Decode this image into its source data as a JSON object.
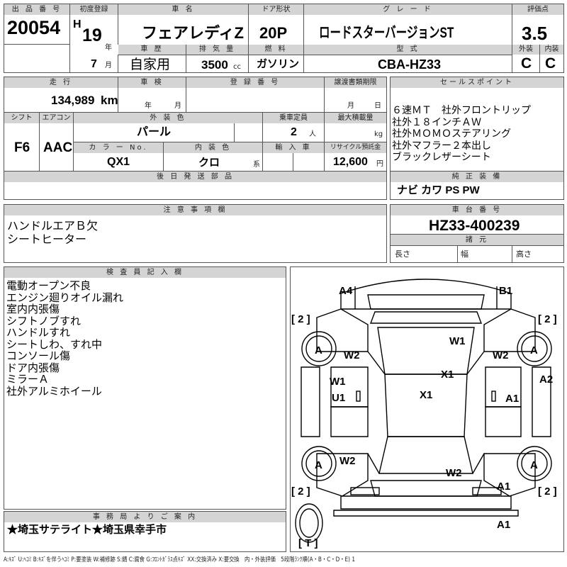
{
  "header": {
    "lot_no_label": "出 品 番 号",
    "lot_no": "20054",
    "first_reg_label": "初度登録",
    "era": "H",
    "year_value": "19",
    "year_unit": "年",
    "month_value": "7",
    "month_unit": "月",
    "car_name_label": "車  名",
    "car_name": "フェアレディZ",
    "door_label": "ドア形状",
    "door": "20P",
    "grade_label": "グ レ ー ド",
    "grade": "ロードスターバージョンST",
    "score_label": "評価点",
    "score": "3.5",
    "history_label": "車 歴",
    "history": "自家用",
    "displacement_label": "排 気 量",
    "displacement": "3500",
    "displacement_unit": "cc",
    "fuel_label": "燃 料",
    "fuel": "ガソリン",
    "model_label": "型 式",
    "model": "CBA-HZ33",
    "exterior_label": "外装",
    "exterior": "C",
    "interior_label": "内装",
    "interior": "C"
  },
  "row2": {
    "mileage_label": "走 行",
    "mileage": "134,989",
    "mileage_unit": "km",
    "inspection_label": "車 検",
    "year_unit": "年",
    "month_unit": "月",
    "day_unit": "日",
    "reg_no_label": "登 録 番 号",
    "transfer_label": "譲渡書類期限",
    "shift_label": "シフト",
    "shift": "F6",
    "ac_label": "エアコン",
    "ac": "AAC",
    "ext_color_label": "外 装 色",
    "ext_color": "パール",
    "capacity_label": "乗車定員",
    "capacity": "2",
    "capacity_unit": "人",
    "max_load_label": "最大積載量",
    "max_load_unit": "kg",
    "color_no_label": "カ ラ ー No.",
    "color_no": "QX1",
    "int_color_label": "内 装 色",
    "int_color": "クロ",
    "int_color_unit": "系",
    "import_label": "輸 入 車",
    "recycle_label": "リサイクル預託金",
    "recycle": "12,600",
    "recycle_unit": "円",
    "later_parts_label": "後 日 発 送 部 品"
  },
  "sales": {
    "label": "セールスポイント",
    "items": [
      "６速ＭＴ　社外フロントリップ",
      "社外１８インチＡＷ",
      "社外ＭＯＭＯステアリング",
      "社外マフラー２本出し",
      "ブラックレザーシート"
    ]
  },
  "equipment": {
    "label": "純 正 装 備",
    "value": "ナビ カワ PS PW"
  },
  "notes": {
    "label": "注 意 事 項 欄",
    "items": [
      "ハンドルエアＢ欠",
      "シートヒーター"
    ]
  },
  "chassis": {
    "label": "車 台 番 号",
    "value": "HZ33-400239"
  },
  "specs": {
    "label": "諸 元",
    "length": "長さ",
    "width": "幅",
    "height": "高さ"
  },
  "inspector": {
    "label": "検 査 員 記 入 欄",
    "items": [
      "電動オープン不良",
      "エンジン廻りオイル漏れ",
      "室内内張傷",
      "シフトノブすれ",
      "ハンドルすれ",
      "シートしわ、すれ中",
      "コンソール傷",
      "ドア内張傷",
      "ミラーＡ",
      "社外アルミホイール"
    ]
  },
  "office": {
    "label": "事 務 局 よ り ご 案 内",
    "value": "★埼玉サテライト★埼玉県幸手市"
  },
  "diagram": {
    "marks": {
      "A4": "A4",
      "B1": "B1",
      "tire_fl": "[ 2 ]",
      "tire_fr": "[ 2 ]",
      "tire_rl": "[ 2 ]",
      "tire_rr": "[ 2 ]",
      "wheel_fl": "A",
      "wheel_fr": "A",
      "wheel_rl": "A",
      "wheel_rr": "A",
      "W2_fl": "W2",
      "W1_top": "W1",
      "W2_fr": "W2",
      "W1_left": "W1",
      "X1_top": "X1",
      "A2": "A2",
      "U1": "U1",
      "X1_mid": "X1",
      "A1_right": "A1",
      "W2_rl": "W2",
      "W2_rear": "W2",
      "A1_rr": "A1",
      "A1_bottom": "A1",
      "T": "[ T ]"
    }
  },
  "footer": "A:ｷｽﾞ U:ﾍｺﾐ B:ｷｽﾞを伴うﾍｺﾐ P:要塗装 W:補修跡 S:錆 C:腐食 G:ﾌﾛﾝﾄｶﾞﾗｽ点ｷｽﾞ XX:交換済み X:要交換　内・外装評価　5段階ﾗﾝｸ順(A・B・C・D・E) 1"
}
